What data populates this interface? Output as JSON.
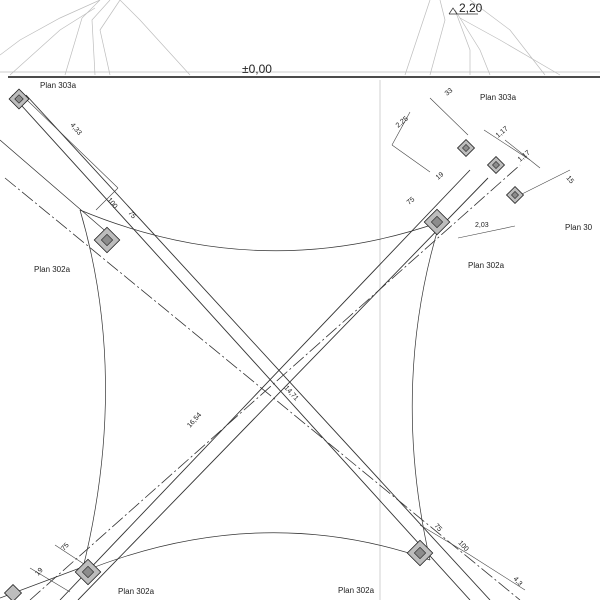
{
  "elevation": {
    "ground_level": "±0,00",
    "top_height": "2,20"
  },
  "plan_labels": {
    "p303_top_left": "Plan 303a",
    "p303_top_right": "Plan 303a",
    "p30_right": "Plan 30",
    "p302_left": "Plan 302a",
    "p302_right": "Plan 302a",
    "p302_bottom_left": "Plan 302a",
    "p302_bottom_right": "Plan 302a"
  },
  "dimensions": {
    "d_433": "4,33",
    "d_100_tl": "100",
    "d_75_tl": "75",
    "d_225": "2,25",
    "d_33": "33",
    "d_117_a": "1,17",
    "d_117_b": "1,17",
    "d_15": "15",
    "d_75_tr": "75",
    "d_19_tr": "19",
    "d_203": "2,03",
    "d_1654": "16,54",
    "d_1471": "14,71",
    "d_75_bl": "75",
    "d_19_bl": "19",
    "d_75_br": "75",
    "d_100_br": "100",
    "d_43": "4,3"
  }
}
